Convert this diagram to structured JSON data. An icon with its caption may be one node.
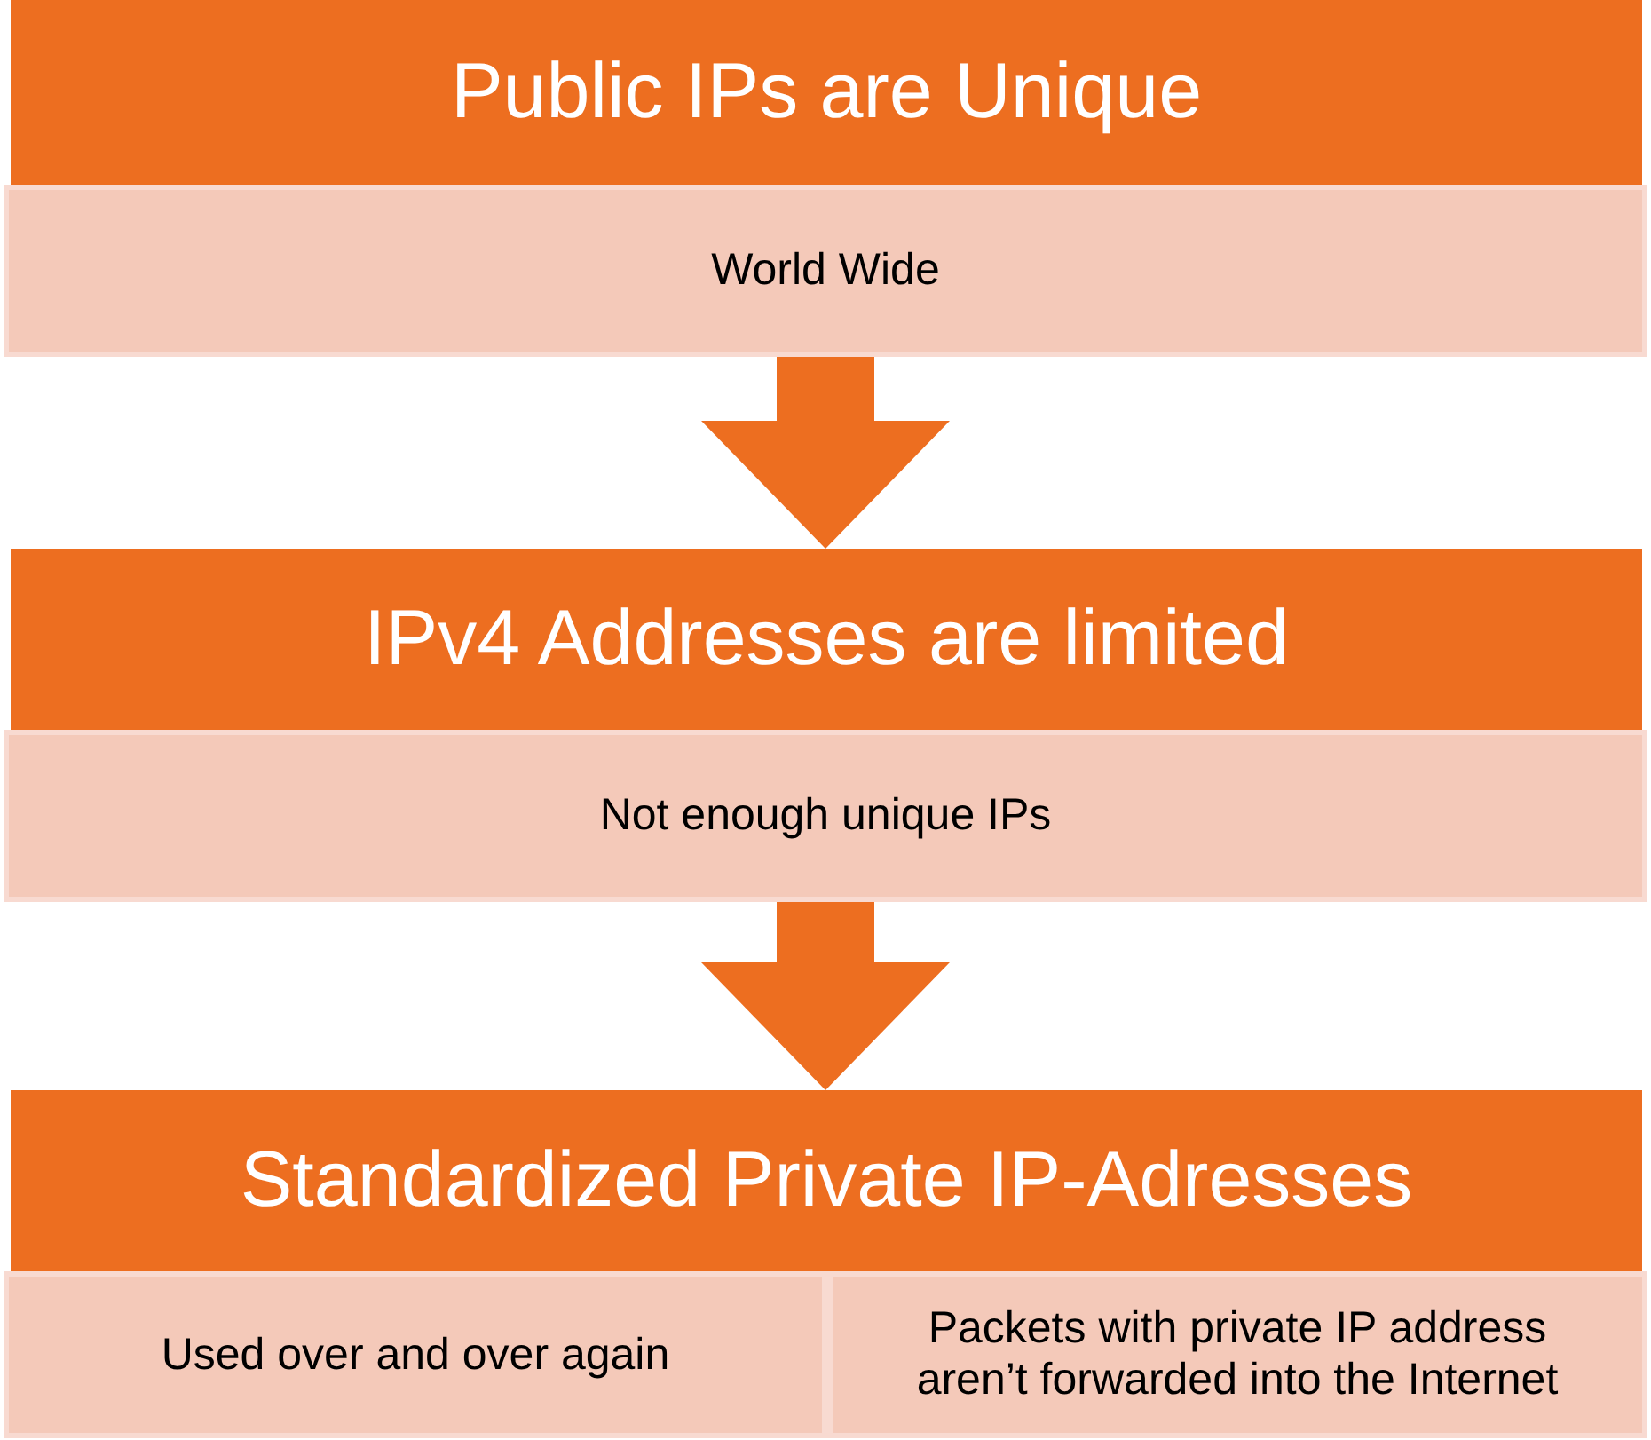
{
  "diagram": {
    "nodes": [
      {
        "text": [
          "Public IPs are Unique"
        ]
      },
      {
        "text": [
          "World Wide"
        ]
      },
      {
        "text": [
          "IPv4 Addresses are limited"
        ]
      },
      {
        "text": [
          "Not enough unique IPs"
        ]
      },
      {
        "text": [
          "Standardized Private IP-Adresses"
        ]
      },
      {
        "text": [
          "Used over and over again"
        ]
      },
      {
        "text": [
          "Packets with private IP address aren’t forwarded into the Internet"
        ]
      }
    ],
    "edges": [
      {
        "from": 1,
        "to": 2,
        "arrow": "to",
        "style": "thick"
      },
      {
        "from": 3,
        "to": 4,
        "arrow": "to",
        "style": "thick"
      }
    ]
  }
}
